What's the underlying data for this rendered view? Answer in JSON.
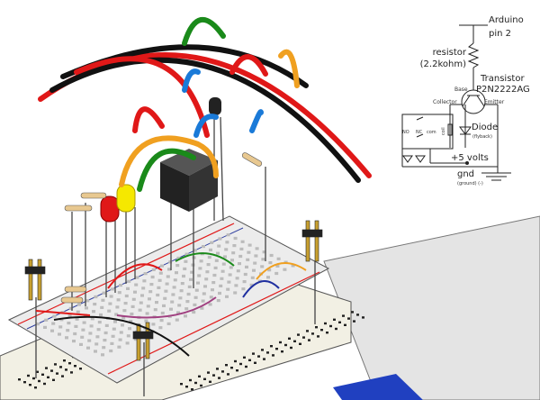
{
  "schematic": {
    "arduino_label_1": "Arduino",
    "arduino_label_2": "pin 2",
    "resistor_label": "resistor",
    "resistor_value": "(2.2kohm)",
    "transistor_label": "Transistor",
    "transistor_part": "P2N2222AG",
    "base_label": "Base",
    "collector_label": "Collector",
    "emitter_label": "Emitter",
    "relay_no": "NO",
    "relay_nc": "NC",
    "relay_com": "com",
    "relay_coil": "coil",
    "diode_label": "Diode",
    "diode_note": "(flyback)",
    "supply_label": "+5 volts",
    "gnd_label": "gnd",
    "gnd_note": "(ground) (-)"
  },
  "colors": {
    "wire_red": "#e01818",
    "wire_black": "#111111",
    "wire_green": "#1a8a1a",
    "wire_orange": "#f0a020",
    "wire_blue": "#1a7ad8",
    "arduino_blue": "#2040c0"
  }
}
